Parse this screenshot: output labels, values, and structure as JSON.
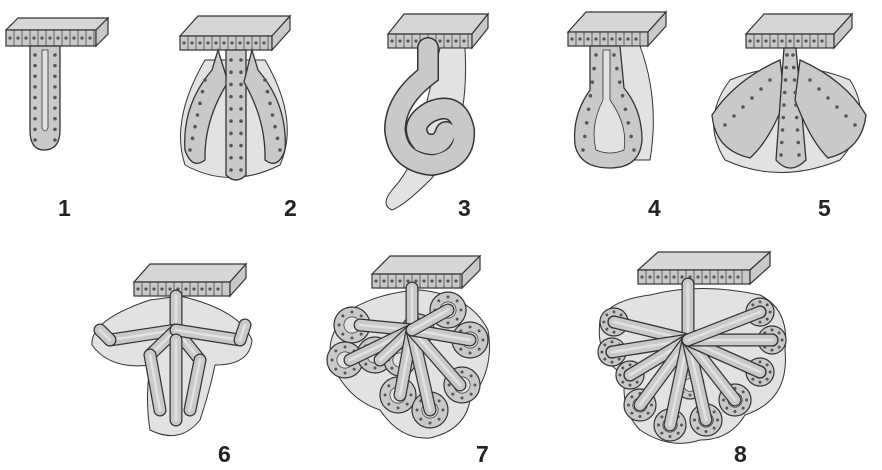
{
  "figure": {
    "labels": [
      "1",
      "2",
      "3",
      "4",
      "5",
      "6",
      "7",
      "8"
    ]
  },
  "colors": {
    "epithelium": "#c9c9c9",
    "surface": "#d6d6d6",
    "outline": "#333333",
    "lumen": "#e2e2e2",
    "nucleus": "#555555",
    "label": "#222222"
  }
}
